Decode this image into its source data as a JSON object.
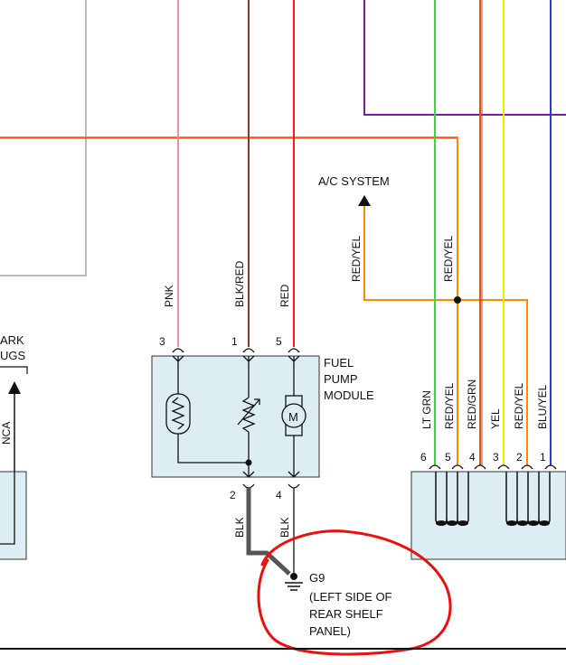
{
  "colors": {
    "pnk": "#f08aa0",
    "blk_red": "#8b3a2a",
    "red": "#ff1a1a",
    "orange": "#ff8a00",
    "lt_grn": "#33dd33",
    "yel": "#f5e600",
    "blu": "#3333dd",
    "purple": "#7a1aa8",
    "brown": "#b5651d",
    "gray": "#bbbbbb",
    "ground_wire": "#555555",
    "module_fill": "#dceef4",
    "annotation": "#e8110f"
  },
  "labels": {
    "ac_system": "A/C SYSTEM",
    "wire_pnk": "PNK",
    "wire_blk_red": "BLK/RED",
    "wire_red": "RED",
    "wire_red_yel_left": "RED/YEL",
    "wire_red_yel_mid": "RED/YEL",
    "fuel_pump_line1": "FUEL",
    "fuel_pump_line2": "PUMP",
    "fuel_pump_line3": "MODULE",
    "spark_line1": "ARK",
    "spark_line2": "UGS",
    "nca": "NCA",
    "wire_blk_1": "BLK",
    "wire_blk_2": "BLK",
    "ground_id": "G9",
    "ground_line1": "(LEFT SIDE OF",
    "ground_line2": "REAR SHELF",
    "ground_line3": "PANEL)",
    "motor": "M"
  },
  "module_pins": {
    "p3": "3",
    "p1": "1",
    "p5": "5",
    "p2": "2",
    "p4": "4"
  },
  "connector_wires": [
    {
      "pin": "6",
      "label": "LT GRN"
    },
    {
      "pin": "5",
      "label": "RED/YEL"
    },
    {
      "pin": "4",
      "label": "RED/GRN"
    },
    {
      "pin": "3",
      "label": "YEL"
    },
    {
      "pin": "2",
      "label": "RED/YEL"
    },
    {
      "pin": "1",
      "label": "BLU/YEL"
    }
  ]
}
